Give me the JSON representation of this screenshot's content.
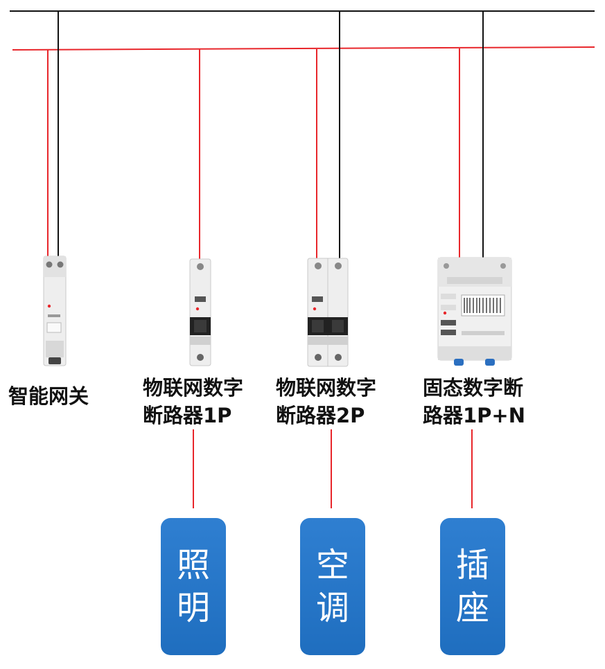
{
  "devices": [
    {
      "id": "gateway",
      "lines": [
        "智能网关"
      ]
    },
    {
      "id": "iot-1p",
      "lines": [
        "物联网数字",
        "断路器1P"
      ]
    },
    {
      "id": "iot-2p",
      "lines": [
        "物联网数字",
        "断路器2P"
      ]
    },
    {
      "id": "solid-1pn",
      "lines": [
        "固态数字断",
        "路器1P+N"
      ]
    }
  ],
  "loads": [
    {
      "id": "lighting",
      "chars": [
        "照",
        "明"
      ]
    },
    {
      "id": "ac",
      "chars": [
        "空",
        "调"
      ]
    },
    {
      "id": "socket",
      "chars": [
        "插",
        "座"
      ]
    }
  ],
  "colors": {
    "neutral_bus": "#111111",
    "live_bus": "#e8262b",
    "load_box": "#1f6ebf",
    "label_text": "#111111"
  }
}
